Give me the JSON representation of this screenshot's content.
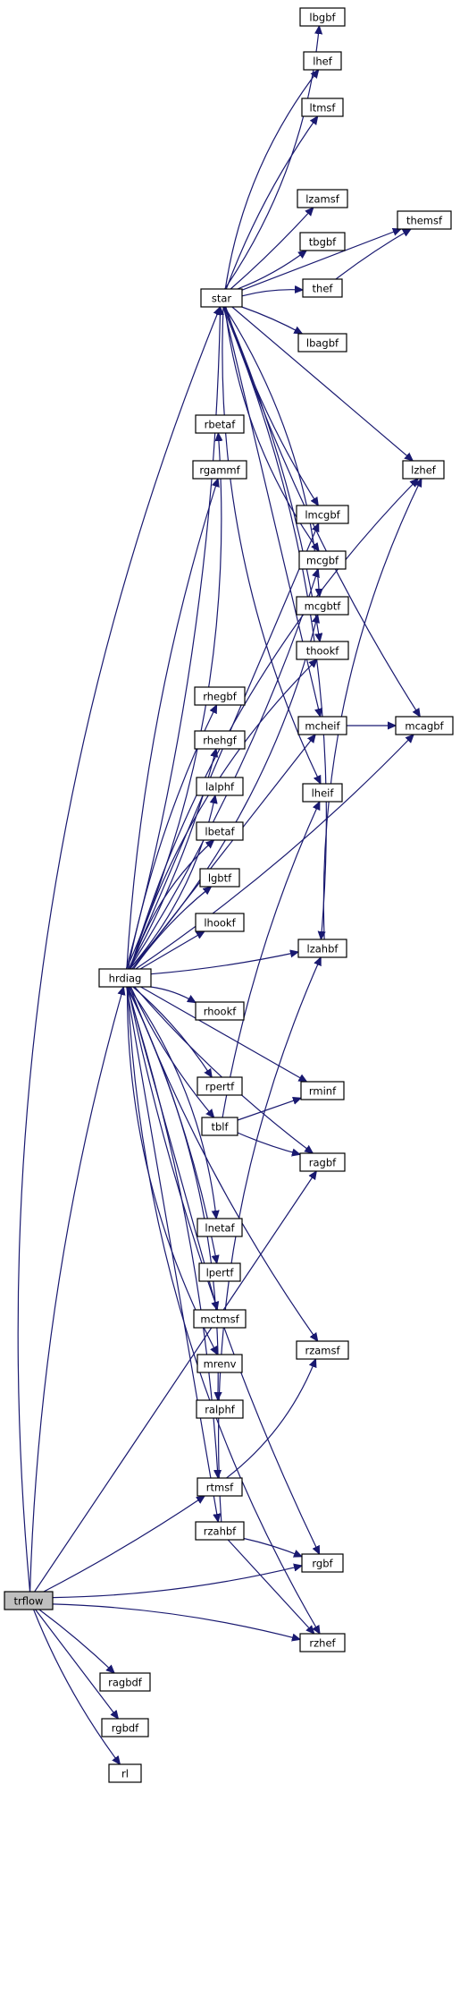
{
  "graph": {
    "colors": {
      "edge": "#191970",
      "root_fill": "#bfbfbf",
      "node_fill": "#ffffff",
      "node_border": "#000000"
    },
    "nodes": [
      {
        "id": "lbgbf",
        "label": "lbgbf"
      },
      {
        "id": "lhef",
        "label": "lhef"
      },
      {
        "id": "ltmsf",
        "label": "ltmsf"
      },
      {
        "id": "lzamsf",
        "label": "lzamsf"
      },
      {
        "id": "themsf",
        "label": "themsf"
      },
      {
        "id": "tbgbf",
        "label": "tbgbf"
      },
      {
        "id": "thef",
        "label": "thef"
      },
      {
        "id": "star",
        "label": "star"
      },
      {
        "id": "lbagbf",
        "label": "lbagbf"
      },
      {
        "id": "rbetaf",
        "label": "rbetaf"
      },
      {
        "id": "lzhef",
        "label": "lzhef"
      },
      {
        "id": "rgammf",
        "label": "rgammf"
      },
      {
        "id": "lmcgbf",
        "label": "lmcgbf"
      },
      {
        "id": "mcgbf",
        "label": "mcgbf"
      },
      {
        "id": "mcgbtf",
        "label": "mcgbtf"
      },
      {
        "id": "thookf",
        "label": "thookf"
      },
      {
        "id": "rhegbf",
        "label": "rhegbf"
      },
      {
        "id": "mcheif",
        "label": "mcheif"
      },
      {
        "id": "mcagbf",
        "label": "mcagbf"
      },
      {
        "id": "rhehgf",
        "label": "rhehgf"
      },
      {
        "id": "lalphf",
        "label": "lalphf"
      },
      {
        "id": "lheif",
        "label": "lheif"
      },
      {
        "id": "lbetaf",
        "label": "lbetaf"
      },
      {
        "id": "lgbtf",
        "label": "lgbtf"
      },
      {
        "id": "lhookf",
        "label": "lhookf"
      },
      {
        "id": "lzahbf",
        "label": "lzahbf"
      },
      {
        "id": "hrdiag",
        "label": "hrdiag"
      },
      {
        "id": "rhookf",
        "label": "rhookf"
      },
      {
        "id": "rpertf",
        "label": "rpertf"
      },
      {
        "id": "rminf",
        "label": "rminf"
      },
      {
        "id": "tblf",
        "label": "tblf"
      },
      {
        "id": "ragbf",
        "label": "ragbf"
      },
      {
        "id": "lnetaf",
        "label": "lnetaf"
      },
      {
        "id": "lpertf",
        "label": "lpertf"
      },
      {
        "id": "mctmsf",
        "label": "mctmsf"
      },
      {
        "id": "rzamsf",
        "label": "rzamsf"
      },
      {
        "id": "mrenv",
        "label": "mrenv"
      },
      {
        "id": "ralphf",
        "label": "ralphf"
      },
      {
        "id": "rtmsf",
        "label": "rtmsf"
      },
      {
        "id": "rzahbf",
        "label": "rzahbf"
      },
      {
        "id": "rgbf",
        "label": "rgbf"
      },
      {
        "id": "trflow",
        "label": "trflow",
        "root": true
      },
      {
        "id": "rzhef",
        "label": "rzhef"
      },
      {
        "id": "ragbdf",
        "label": "ragbdf"
      },
      {
        "id": "rgbdf",
        "label": "rgbdf"
      },
      {
        "id": "rl",
        "label": "rl"
      }
    ],
    "edges": [
      [
        "trflow",
        "star"
      ],
      [
        "trflow",
        "hrdiag"
      ],
      [
        "trflow",
        "ragbf"
      ],
      [
        "trflow",
        "rtmsf"
      ],
      [
        "trflow",
        "rgbf"
      ],
      [
        "trflow",
        "rzhef"
      ],
      [
        "trflow",
        "ragbdf"
      ],
      [
        "trflow",
        "rgbdf"
      ],
      [
        "trflow",
        "rl"
      ],
      [
        "star",
        "lbgbf"
      ],
      [
        "star",
        "lhef"
      ],
      [
        "star",
        "ltmsf"
      ],
      [
        "star",
        "themsf"
      ],
      [
        "star",
        "lzamsf"
      ],
      [
        "star",
        "tbgbf"
      ],
      [
        "star",
        "thef"
      ],
      [
        "star",
        "lbagbf"
      ],
      [
        "star",
        "lzhef"
      ],
      [
        "star",
        "lmcgbf"
      ],
      [
        "star",
        "mcgbf"
      ],
      [
        "star",
        "mcgbtf"
      ],
      [
        "star",
        "thookf"
      ],
      [
        "star",
        "mcheif"
      ],
      [
        "star",
        "mcagbf"
      ],
      [
        "star",
        "lheif"
      ],
      [
        "star",
        "lzahbf"
      ],
      [
        "thef",
        "themsf"
      ],
      [
        "mcheif",
        "mcagbf"
      ],
      [
        "hrdiag",
        "star"
      ],
      [
        "hrdiag",
        "rbetaf"
      ],
      [
        "hrdiag",
        "lzhef"
      ],
      [
        "hrdiag",
        "rgammf"
      ],
      [
        "hrdiag",
        "lmcgbf"
      ],
      [
        "hrdiag",
        "mcgbf"
      ],
      [
        "hrdiag",
        "mcgbtf"
      ],
      [
        "hrdiag",
        "thookf"
      ],
      [
        "hrdiag",
        "rhegbf"
      ],
      [
        "hrdiag",
        "mcheif"
      ],
      [
        "hrdiag",
        "rhehgf"
      ],
      [
        "hrdiag",
        "lalphf"
      ],
      [
        "hrdiag",
        "lbetaf"
      ],
      [
        "hrdiag",
        "lgbtf"
      ],
      [
        "hrdiag",
        "lhookf"
      ],
      [
        "hrdiag",
        "lzahbf"
      ],
      [
        "hrdiag",
        "mcagbf"
      ],
      [
        "hrdiag",
        "rhookf"
      ],
      [
        "hrdiag",
        "rpertf"
      ],
      [
        "hrdiag",
        "rminf"
      ],
      [
        "hrdiag",
        "tblf"
      ],
      [
        "hrdiag",
        "ragbf"
      ],
      [
        "hrdiag",
        "lnetaf"
      ],
      [
        "hrdiag",
        "lpertf"
      ],
      [
        "hrdiag",
        "mctmsf"
      ],
      [
        "hrdiag",
        "rzamsf"
      ],
      [
        "hrdiag",
        "mrenv"
      ],
      [
        "hrdiag",
        "ralphf"
      ],
      [
        "hrdiag",
        "rtmsf"
      ],
      [
        "hrdiag",
        "rzahbf"
      ],
      [
        "hrdiag",
        "rgbf"
      ],
      [
        "hrdiag",
        "rzhef"
      ],
      [
        "lzahbf",
        "lzhef"
      ],
      [
        "tblf",
        "lheif"
      ],
      [
        "tblf",
        "rminf"
      ],
      [
        "tblf",
        "ragbf"
      ],
      [
        "rtmsf",
        "rzamsf"
      ],
      [
        "rzahbf",
        "lzahbf"
      ],
      [
        "rzahbf",
        "rgbf"
      ],
      [
        "rzahbf",
        "rzhef"
      ]
    ]
  }
}
